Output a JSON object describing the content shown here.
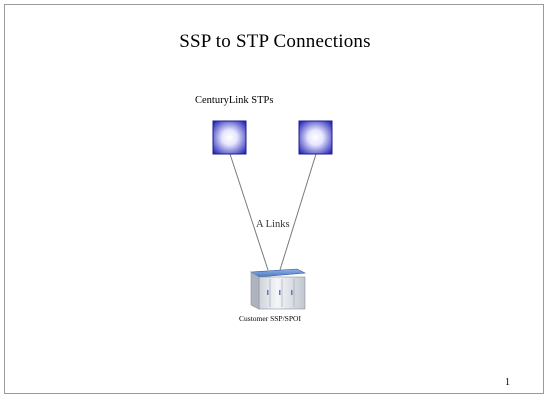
{
  "slide": {
    "title": "SSP to STP Connections",
    "page_number": "1"
  },
  "diagram": {
    "stp_group_label": "CenturyLink STPs",
    "link_label": "A Links",
    "ssp_label": "Customer SSP/SPOI",
    "stps": [
      {
        "name": "stp-left"
      },
      {
        "name": "stp-right"
      }
    ],
    "colors": {
      "stp_edge": "#2a2ab8",
      "stp_center": "#ffffff",
      "link_line": "#7a7a7a",
      "frame": "#9a9a9a"
    },
    "icons": {
      "stp": "signal-transfer-point-icon",
      "ssp": "server-cabinet-icon"
    }
  }
}
